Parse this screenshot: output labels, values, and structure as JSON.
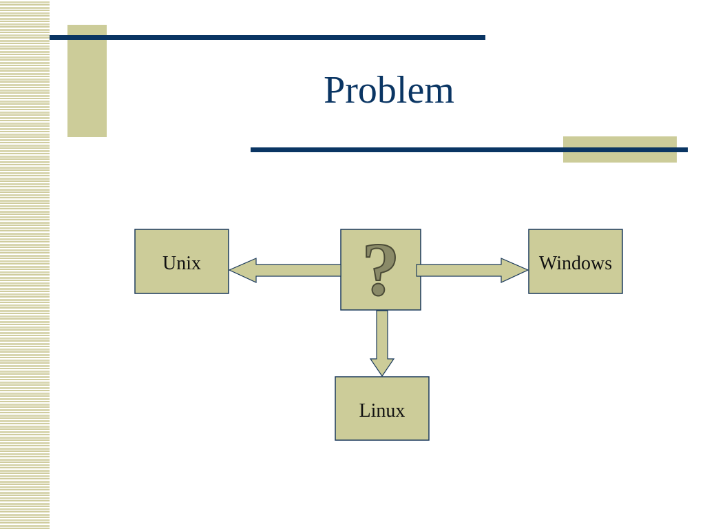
{
  "slide": {
    "title": "Problem"
  },
  "diagram": {
    "center_node": {
      "icon": "question-mark-icon",
      "symbol": "?"
    },
    "nodes": {
      "unix": "Unix",
      "windows": "Windows",
      "linux": "Linux"
    }
  },
  "colors": {
    "box_fill": "#cccc99",
    "box_stroke": "#1b3a5c",
    "title": "#0a3563",
    "rule": "#0a3563",
    "accent": "#cccc99",
    "question_mark": "#7a7a5a"
  }
}
